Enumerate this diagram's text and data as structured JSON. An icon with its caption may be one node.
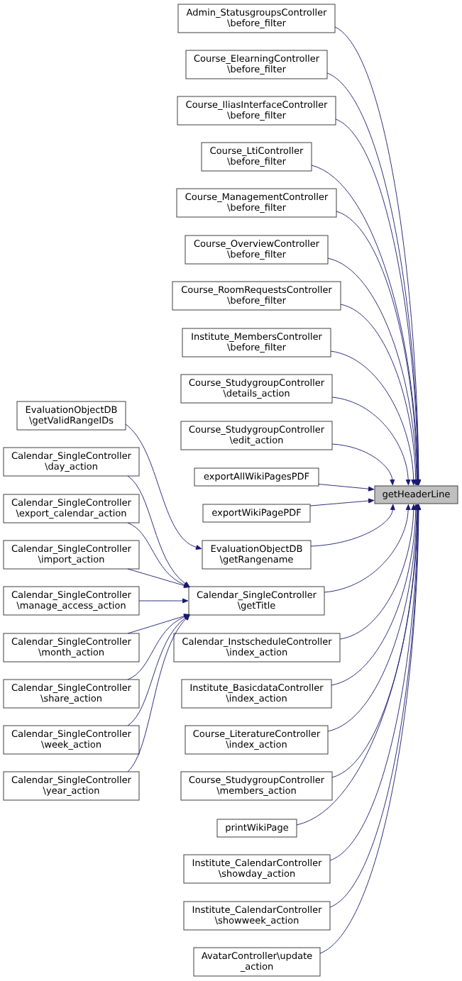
{
  "diagram": {
    "nodes": [
      {
        "text": [
          "Admin_StatusgroupsController \\before_filter"
        ]
      },
      {
        "text": [
          "Course_ElearningController \\before_filter"
        ]
      },
      {
        "text": [
          "Course_IliasInterfaceController \\before_filter"
        ]
      },
      {
        "text": [
          "Course_LtiController \\before_filter"
        ]
      },
      {
        "text": [
          "Course_ManagementController \\before_filter"
        ]
      },
      {
        "text": [
          "Course_OverviewController \\before_filter"
        ]
      },
      {
        "text": [
          "Course_RoomRequestsController \\before_filter"
        ]
      },
      {
        "text": [
          "Institute_MembersController \\before_filter"
        ]
      },
      {
        "text": [
          "Course_StudygroupController \\details_action"
        ]
      },
      {
        "text": [
          "Course_StudygroupController \\edit_action"
        ]
      },
      {
        "text": [
          "exportAllWikiPagesPDF"
        ]
      },
      {
        "text": [
          "exportWikiPagePDF"
        ]
      },
      {
        "text": [
          "EvaluationObjectDB \\getRangename"
        ]
      },
      {
        "text": [
          "Calendar_SingleController \\getTitle"
        ]
      },
      {
        "text": [
          "Calendar_InstscheduleController \\index_action"
        ]
      },
      {
        "text": [
          "Institute_BasicdataController \\index_action"
        ]
      },
      {
        "text": [
          "Course_LiteratureController \\index_action"
        ]
      },
      {
        "text": [
          "Course_StudygroupController \\members_action"
        ]
      },
      {
        "text": [
          "printWikiPage"
        ]
      },
      {
        "text": [
          "Institute_CalendarController \\showday_action"
        ]
      },
      {
        "text": [
          "Institute_CalendarController \\showweek_action"
        ]
      },
      {
        "text": [
          "AvatarController\\update _action"
        ]
      },
      {
        "text": [
          "getHeaderLine"
        ]
      },
      {
        "text": [
          "EvaluationObjectDB \\getValidRangeIDs"
        ]
      },
      {
        "text": [
          "Calendar_SingleController \\day_action"
        ]
      },
      {
        "text": [
          "Calendar_SingleController \\export_calendar_action"
        ]
      },
      {
        "text": [
          "Calendar_SingleController \\import_action"
        ]
      },
      {
        "text": [
          "Calendar_SingleController \\manage_access_action"
        ]
      },
      {
        "text": [
          "Calendar_SingleController \\month_action"
        ]
      },
      {
        "text": [
          "Calendar_SingleController \\share_action"
        ]
      },
      {
        "text": [
          "Calendar_SingleController \\week_action"
        ]
      },
      {
        "text": [
          "Calendar_SingleController \\year_action"
        ]
      }
    ],
    "edges": [
      {
        "from": 0,
        "to": 22,
        "arrow": "to"
      },
      {
        "from": 1,
        "to": 22,
        "arrow": "to"
      },
      {
        "from": 2,
        "to": 22,
        "arrow": "to"
      },
      {
        "from": 3,
        "to": 22,
        "arrow": "to"
      },
      {
        "from": 4,
        "to": 22,
        "arrow": "to"
      },
      {
        "from": 5,
        "to": 22,
        "arrow": "to"
      },
      {
        "from": 6,
        "to": 22,
        "arrow": "to"
      },
      {
        "from": 7,
        "to": 22,
        "arrow": "to"
      },
      {
        "from": 8,
        "to": 22,
        "arrow": "to"
      },
      {
        "from": 9,
        "to": 22,
        "arrow": "to"
      },
      {
        "from": 10,
        "to": 22,
        "arrow": "to"
      },
      {
        "from": 11,
        "to": 22,
        "arrow": "to"
      },
      {
        "from": 12,
        "to": 22,
        "arrow": "to"
      },
      {
        "from": 13,
        "to": 22,
        "arrow": "to"
      },
      {
        "from": 14,
        "to": 22,
        "arrow": "to"
      },
      {
        "from": 15,
        "to": 22,
        "arrow": "to"
      },
      {
        "from": 16,
        "to": 22,
        "arrow": "to"
      },
      {
        "from": 17,
        "to": 22,
        "arrow": "to"
      },
      {
        "from": 18,
        "to": 22,
        "arrow": "to"
      },
      {
        "from": 19,
        "to": 22,
        "arrow": "to"
      },
      {
        "from": 20,
        "to": 22,
        "arrow": "to"
      },
      {
        "from": 21,
        "to": 22,
        "arrow": "to"
      },
      {
        "from": 23,
        "to": 12,
        "arrow": "to"
      },
      {
        "from": 24,
        "to": 13,
        "arrow": "to"
      },
      {
        "from": 25,
        "to": 13,
        "arrow": "to"
      },
      {
        "from": 26,
        "to": 13,
        "arrow": "to"
      },
      {
        "from": 27,
        "to": 13,
        "arrow": "to"
      },
      {
        "from": 28,
        "to": 13,
        "arrow": "to"
      },
      {
        "from": 29,
        "to": 13,
        "arrow": "to"
      },
      {
        "from": 30,
        "to": 13,
        "arrow": "to"
      },
      {
        "from": 31,
        "to": 13,
        "arrow": "to"
      }
    ]
  }
}
